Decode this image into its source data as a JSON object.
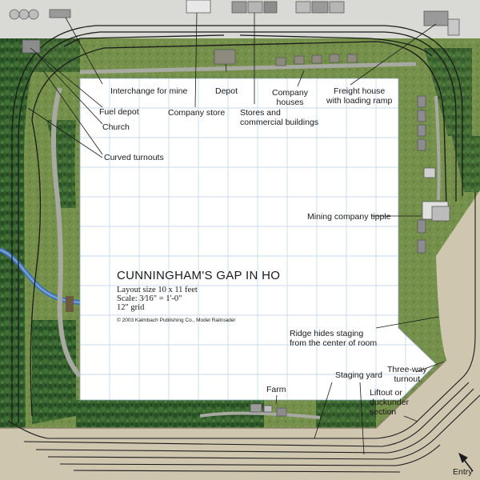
{
  "map": {
    "title": "CUNNINGHAM'S GAP IN HO",
    "layout_size": "Layout size 10 x 11 feet",
    "scale": "Scale: 3⁄16\" = 1'-0\"",
    "grid": "12\" grid",
    "copyright": "© 2003 Kalmbach Publishing Co., Model Railroader"
  },
  "labels": {
    "interchange": "Interchange for mine",
    "fuel_depot": "Fuel depot",
    "church": "Church",
    "curved_turnouts": "Curved turnouts",
    "company_store": "Company store",
    "depot": "Depot",
    "stores_l1": "Stores and",
    "stores_l2": "commercial buildings",
    "houses_l1": "Company",
    "houses_l2": "houses",
    "freight_l1": "Freight house",
    "freight_l2": "with loading ramp",
    "tipple": "Mining company tipple",
    "ridge_l1": "Ridge hides staging",
    "ridge_l2": "from the center of room",
    "staging_yard": "Staging yard",
    "three_way_l1": "Three-way",
    "three_way_l2": "turnout",
    "liftout_l1": "Liftout or",
    "liftout_l2": "duckunder",
    "liftout_l3": "section",
    "farm": "Farm",
    "entry": "Entry"
  },
  "colors": {
    "grass": "#6f8b46",
    "trees": "#2f5a2a",
    "river": "#3f73b3",
    "road": "#a8a9a0",
    "staging": "#cfc6b0",
    "grid": "#b9cfe6",
    "track": "#1a1a1a"
  }
}
